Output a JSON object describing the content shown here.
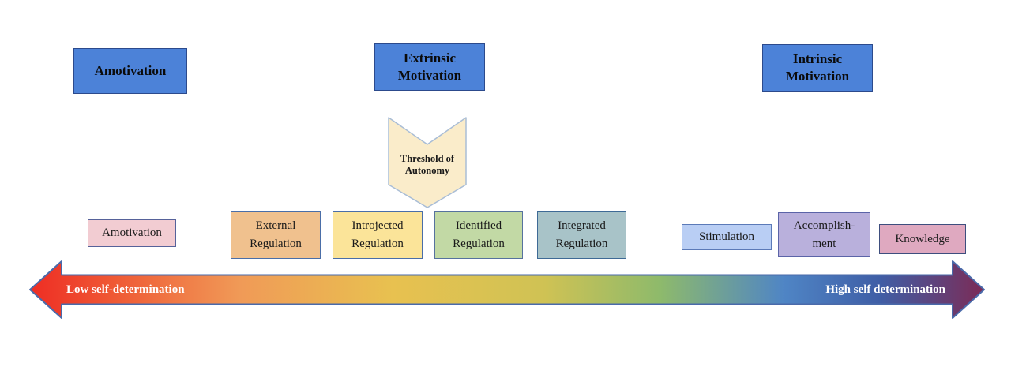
{
  "category_boxes": [
    {
      "label": "Amotivation",
      "fill": "#4c82d8",
      "border": "#2c4a8c"
    },
    {
      "label": "Extrinsic\nMotivation",
      "fill": "#4c82d8",
      "border": "#2c4a8c"
    },
    {
      "label": "Intrinsic\nMotivation",
      "fill": "#4c82d8",
      "border": "#2c4a8c"
    }
  ],
  "threshold": {
    "label": "Threshold of\nAutonomy",
    "fill": "#faecca",
    "border": "#a9bdd6"
  },
  "regulation_boxes": [
    {
      "label": "Amotivation",
      "fill": "#f2ccd2",
      "border": "#56629a"
    },
    {
      "label": "External\nRegulation",
      "fill": "#f0c18e",
      "border": "#4a6ea8"
    },
    {
      "label": "Introjected\nRegulation",
      "fill": "#fbe499",
      "border": "#4a6ea8"
    },
    {
      "label": "Identified\nRegulation",
      "fill": "#c2d9a5",
      "border": "#56729e"
    },
    {
      "label": "Integrated\nRegulation",
      "fill": "#a8c3c8",
      "border": "#3e6a96"
    },
    {
      "label": "Stimulation",
      "fill": "#b9cef4",
      "border": "#5b7ab8"
    },
    {
      "label": "Accomplish-\nment",
      "fill": "#b9b0dc",
      "border": "#5b64a8"
    },
    {
      "label": "Knowledge",
      "fill": "#dfa9c0",
      "border": "#3e4e7e"
    }
  ],
  "axis_arrow": {
    "low_label": "Low self-determination",
    "high_label": "High self determination",
    "label_color": "#ffffff",
    "outline": "#4a6aaa",
    "gradient_stops": [
      {
        "offset": "0%",
        "color": "#ee2d24"
      },
      {
        "offset": "9%",
        "color": "#ef5a35"
      },
      {
        "offset": "22%",
        "color": "#f09a57"
      },
      {
        "offset": "38%",
        "color": "#e8c150"
      },
      {
        "offset": "54%",
        "color": "#cfc254"
      },
      {
        "offset": "66%",
        "color": "#8eba6b"
      },
      {
        "offset": "79%",
        "color": "#4f85c5"
      },
      {
        "offset": "89%",
        "color": "#3f5ea6"
      },
      {
        "offset": "100%",
        "color": "#7c2b56"
      }
    ]
  }
}
